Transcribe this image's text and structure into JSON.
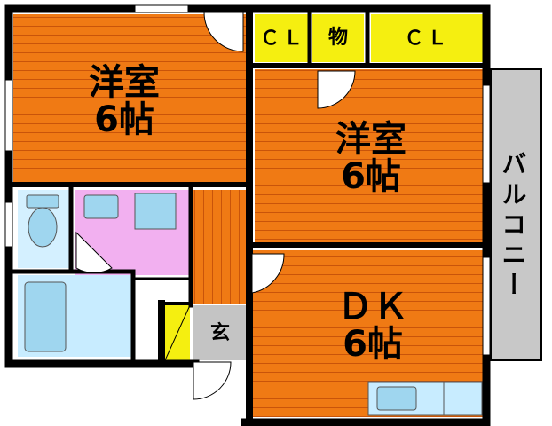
{
  "rooms": {
    "western_room_1": {
      "name": "洋室",
      "size": "6帖"
    },
    "western_room_2": {
      "name": "洋室",
      "size": "6帖"
    },
    "dk": {
      "name": "ＤＫ",
      "size": "6帖"
    },
    "closet_left": {
      "name": "ＣＬ"
    },
    "closet_right": {
      "name": "ＣＬ"
    },
    "storage": {
      "name": "物"
    },
    "entrance": {
      "name": "玄"
    },
    "balcony": {
      "name": "バルコニー"
    }
  },
  "colors": {
    "room_floor": "#f07a14",
    "floor_line": "#c9540a",
    "closet": "#f5ef10",
    "washroom": "#f2b0f0",
    "bath": "#c8ecff",
    "fixture": "#9fd6ef",
    "entrance": "#c4c4c4",
    "balcony": "#c8c8c8",
    "wall": "#000000"
  }
}
